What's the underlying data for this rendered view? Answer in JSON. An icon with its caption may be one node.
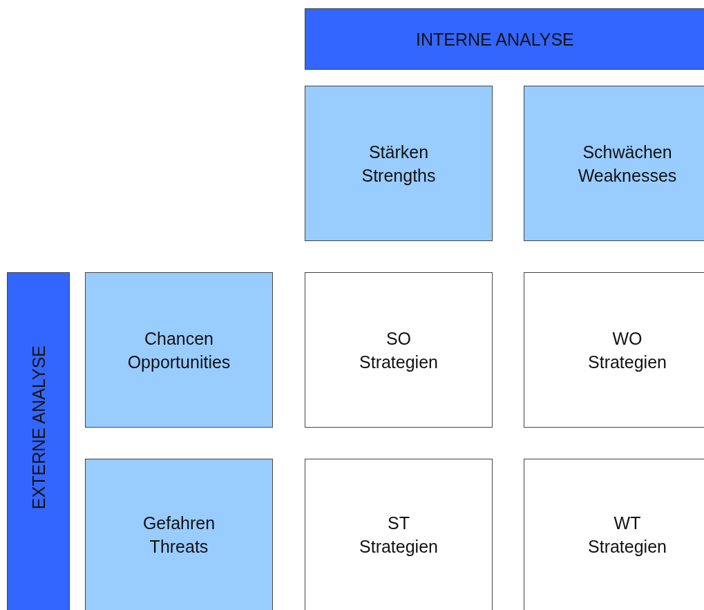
{
  "diagram": {
    "nodes": [
      {
        "text": [
          "INTERNE ANALYSE"
        ]
      },
      {
        "text": [
          "Stärken",
          "Strengths"
        ]
      },
      {
        "text": [
          "Schwächen",
          "Weaknesses"
        ]
      },
      {
        "text": [
          "EXTERNE ANALYSE"
        ]
      },
      {
        "text": [
          "Chancen",
          "Opportunities"
        ]
      },
      {
        "text": [
          "SO",
          "Strategien"
        ]
      },
      {
        "text": [
          "WO",
          "Strategien"
        ]
      },
      {
        "text": [
          "Gefahren",
          "Threats"
        ]
      },
      {
        "text": [
          "ST",
          "Strategien"
        ]
      },
      {
        "text": [
          "WT",
          "Strategien"
        ]
      }
    ]
  }
}
